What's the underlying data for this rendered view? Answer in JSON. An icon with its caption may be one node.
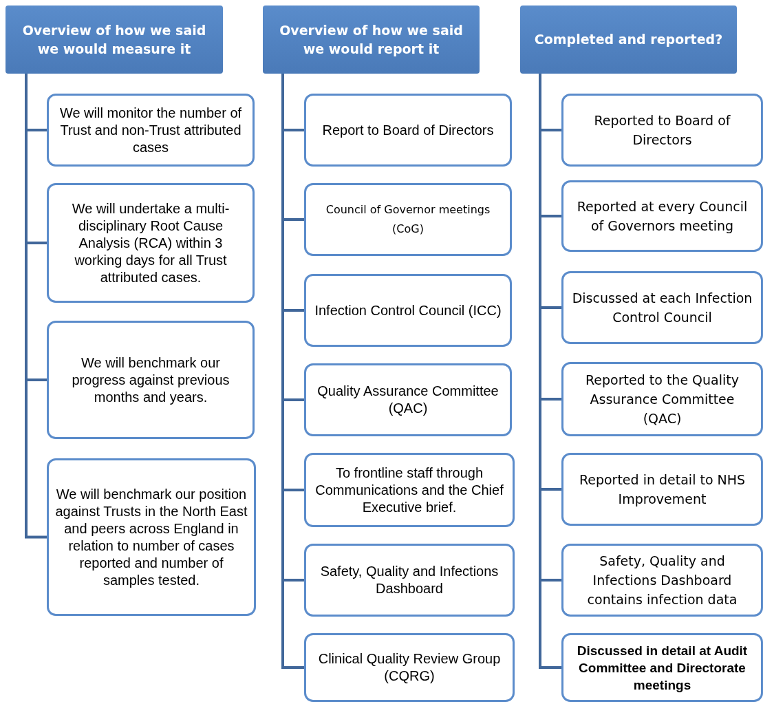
{
  "diagram": {
    "nodes": [
      {
        "text": [
          "Overview of how we said we would measure it"
        ]
      },
      {
        "text": [
          "We will monitor the number of Trust and non-Trust attributed cases"
        ]
      },
      {
        "text": [
          "We will undertake a multi-disciplinary Root Cause Analysis (RCA) within 3 working days for all Trust attributed cases."
        ]
      },
      {
        "text": [
          "We will benchmark our progress against previous months and years."
        ]
      },
      {
        "text": [
          "We will benchmark our position against Trusts in the North East and peers across England in relation to number of cases reported and number of samples tested."
        ]
      },
      {
        "text": [
          "Overview of how we said we would report it"
        ]
      },
      {
        "text": [
          "Report to Board of Directors"
        ]
      },
      {
        "text": [
          "Council of Governor meetings (CoG)"
        ]
      },
      {
        "text": [
          "Infection Control Council (ICC)"
        ]
      },
      {
        "text": [
          "Quality Assurance Committee (QAC)"
        ]
      },
      {
        "text": [
          "To frontline staff through Communications and the Chief Executive brief."
        ]
      },
      {
        "text": [
          "Safety, Quality and Infections Dashboard"
        ]
      },
      {
        "text": [
          "Clinical Quality Review Group (CQRG)"
        ]
      },
      {
        "text": [
          "Completed and reported?"
        ]
      },
      {
        "text": [
          "Reported to Board of Directors"
        ]
      },
      {
        "text": [
          "Reported at every Council of Governors meeting"
        ]
      },
      {
        "text": [
          "Discussed at each Infection Control Council"
        ]
      },
      {
        "text": [
          "Reported to the Quality Assurance Committee (QAC)"
        ]
      },
      {
        "text": [
          "Reported in detail to NHS Improvement"
        ]
      },
      {
        "text": [
          "Safety, Quality and Infections Dashboard contains infection data"
        ]
      },
      {
        "text": [
          "Discussed in detail at Audit Committee and Directorate meetings"
        ]
      }
    ],
    "edges": [
      {
        "from": 0,
        "to": 1,
        "arrow": "none"
      },
      {
        "from": 0,
        "to": 2,
        "arrow": "none"
      },
      {
        "from": 0,
        "to": 3,
        "arrow": "none"
      },
      {
        "from": 0,
        "to": 4,
        "arrow": "none"
      },
      {
        "from": 5,
        "to": 6,
        "arrow": "none"
      },
      {
        "from": 5,
        "to": 7,
        "arrow": "none"
      },
      {
        "from": 5,
        "to": 8,
        "arrow": "none"
      },
      {
        "from": 5,
        "to": 9,
        "arrow": "none"
      },
      {
        "from": 5,
        "to": 10,
        "arrow": "none"
      },
      {
        "from": 5,
        "to": 11,
        "arrow": "none"
      },
      {
        "from": 5,
        "to": 12,
        "arrow": "none"
      },
      {
        "from": 13,
        "to": 14,
        "arrow": "none"
      },
      {
        "from": 13,
        "to": 15,
        "arrow": "none"
      },
      {
        "from": 13,
        "to": 16,
        "arrow": "none"
      },
      {
        "from": 13,
        "to": 17,
        "arrow": "none"
      },
      {
        "from": 13,
        "to": 18,
        "arrow": "none"
      },
      {
        "from": 13,
        "to": 19,
        "arrow": "none"
      },
      {
        "from": 13,
        "to": 20,
        "arrow": "none"
      }
    ]
  }
}
